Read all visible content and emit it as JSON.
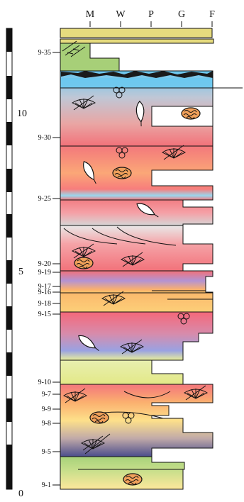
{
  "grain_columns": [
    "M",
    "W",
    "P",
    "G",
    "F"
  ],
  "scale": {
    "top_label": "10",
    "mid_label": "5",
    "bottom_label": "0"
  },
  "sample_labels": [
    {
      "key": "s35",
      "text": "9-35"
    },
    {
      "key": "s30",
      "text": "9-30"
    },
    {
      "key": "s25",
      "text": "9-25"
    },
    {
      "key": "s20",
      "text": "9-20"
    },
    {
      "key": "s19",
      "text": "9-19"
    },
    {
      "key": "s17",
      "text": "9-17"
    },
    {
      "key": "s16",
      "text": "9-16"
    },
    {
      "key": "s18",
      "text": "9-18"
    },
    {
      "key": "s15",
      "text": "9-15"
    },
    {
      "key": "s10",
      "text": "9-10"
    },
    {
      "key": "s7",
      "text": "9-7"
    },
    {
      "key": "s9",
      "text": "9-9"
    },
    {
      "key": "s8",
      "text": "9-8"
    },
    {
      "key": "s5",
      "text": "9-5"
    },
    {
      "key": "s1",
      "text": "9-1"
    }
  ],
  "colors": {
    "khaki": "#e6db7e",
    "green": "#a7cf78",
    "blue": "#7fd3f2",
    "red": "#f2727a",
    "orange": "#fbb56c",
    "yellow": "#e9ec8a",
    "purple": "#a98ad2",
    "navy": "#4b4d8c",
    "grey": "#c9c9c9"
  },
  "fossil_symbols": [
    "crinoid-icon",
    "oncoid-icon",
    "brachiopod-icon",
    "ooid-icon"
  ]
}
